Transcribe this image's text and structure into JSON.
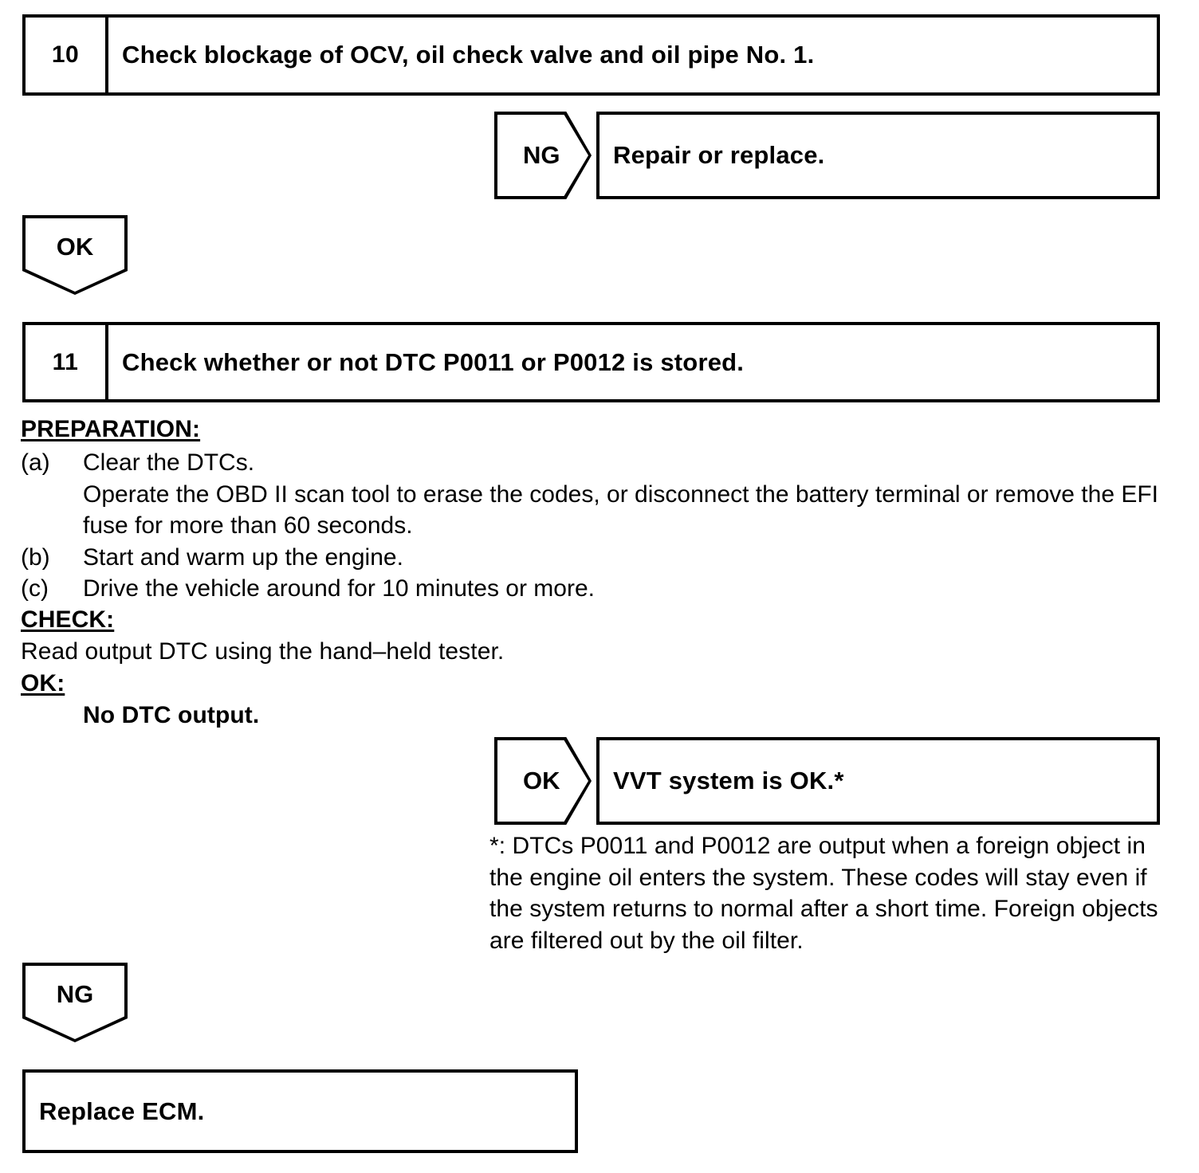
{
  "document": {
    "type": "troubleshooting-flowchart",
    "subject": "VVT system diagnostic procedure"
  },
  "steps": [
    {
      "number": "10",
      "title": "Check blockage of OCV, oil check valve and oil pipe No. 1."
    },
    {
      "number": "11",
      "title": "Check whether or not DTC P0011 or P0012 is stored."
    }
  ],
  "judgements": {
    "ng_step10": "NG",
    "ok_step10": "OK",
    "ok_step11": "OK",
    "ng_step11": "NG"
  },
  "results": {
    "repair_or_replace": "Repair or replace.",
    "vvt_ok": "VVT system is OK.*",
    "replace_ecm": "Replace ECM."
  },
  "preparation": {
    "heading": "PREPARATION:",
    "items": [
      {
        "mark": "(a)",
        "lines": [
          "Clear the DTCs.",
          "Operate the OBD II scan tool to erase the codes, or disconnect the battery terminal or remove the EFI",
          "fuse for more than 60 seconds."
        ]
      },
      {
        "mark": "(b)",
        "lines": [
          "Start and warm up the engine."
        ]
      },
      {
        "mark": "(c)",
        "lines": [
          "Drive the vehicle around for 10 minutes or more."
        ]
      }
    ]
  },
  "check": {
    "heading": "CHECK:",
    "text": "Read output DTC using the hand–held tester."
  },
  "ok_criteria": {
    "heading": "OK:",
    "text": "No DTC output."
  },
  "footnote": {
    "lines": [
      "*: DTCs P0011 and P0012 are output when a foreign object in",
      "the engine oil enters the system. These codes will stay even if",
      "the system returns to normal after a short time. Foreign objects",
      "are filtered out by the oil filter."
    ]
  },
  "colors": {
    "ink": "#000000",
    "paper": "#ffffff"
  }
}
